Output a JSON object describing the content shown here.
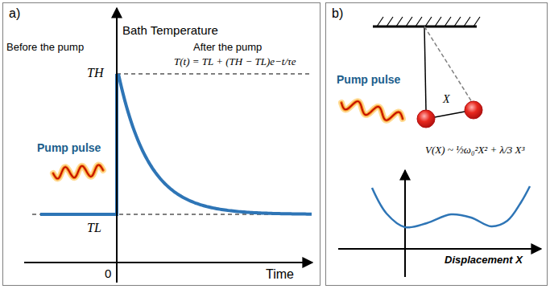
{
  "diagram": {
    "nodes": [
      {
        "text": [
          "a)"
        ]
      },
      {
        "text": [
          "b)"
        ]
      }
    ],
    "labels": [
      "Bath Temperature",
      "Before the pump",
      "After the pump",
      "TH",
      "T(t) = TL + (TH − TL)e−t/τe",
      "Pump pulse",
      "TL",
      "0",
      "Time",
      "Pump pulse",
      "X",
      "V(X) ~ ½ω₀²X² + λ/3 X³",
      "Displacement X"
    ]
  }
}
